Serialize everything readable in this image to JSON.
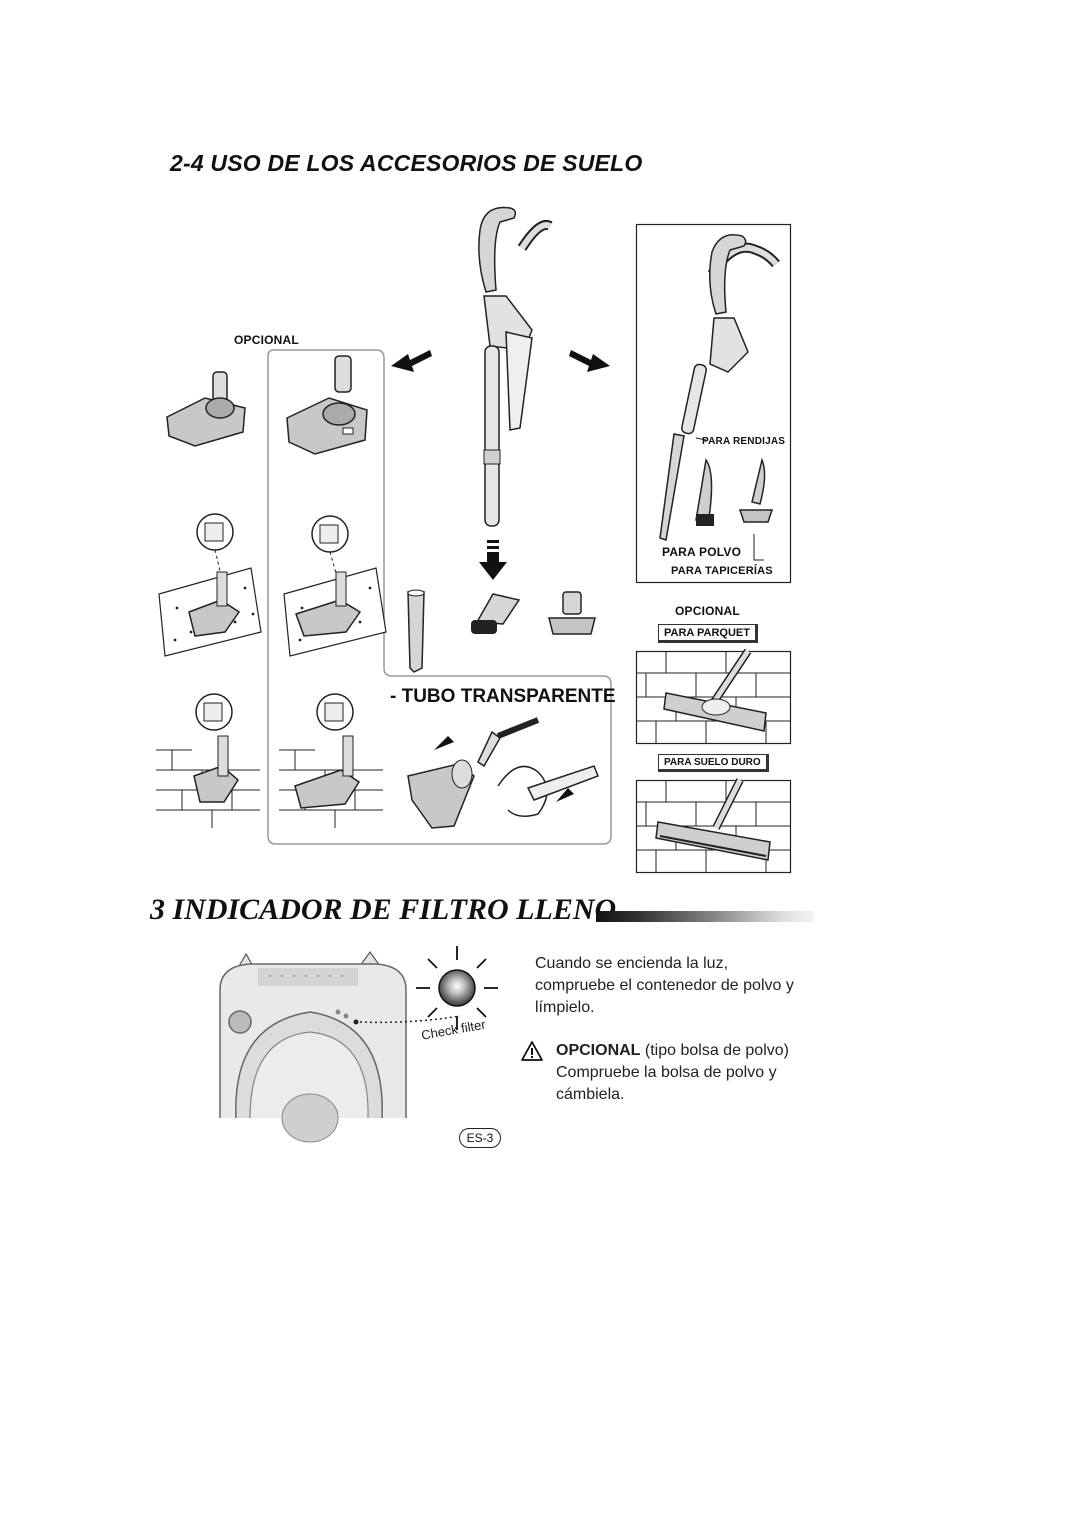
{
  "section_2_4": {
    "title": "2-4 USO DE LOS ACCESORIOS DE SUELO",
    "label_opcional_left": "OPCIONAL",
    "label_opcional_right": "OPCIONAL",
    "label_para_rendijas": "PARA RENDIJAS",
    "label_para_polvo": "PARA POLVO",
    "label_para_tapicerias": "PARA TAPICERÍAS",
    "label_para_parquet": "PARA PARQUET",
    "label_para_suelo_duro": "PARA SUELO DURO",
    "label_tubo_transparente": "- TUBO TRANSPARENTE"
  },
  "section_3": {
    "title": "3 INDICADOR DE FILTRO LLENO",
    "indicator_text": "Check filter",
    "line1": "Cuando se encienda la luz,",
    "line2": "compruebe el contenedor de polvo y",
    "line3": "límpielo.",
    "opcional_bold": "OPCIONAL",
    "opcional_rest": " (tipo bolsa de polvo)",
    "line4": "Compruebe la bolsa de polvo y",
    "line5": "cámbiela."
  },
  "page_number": "ES-3"
}
